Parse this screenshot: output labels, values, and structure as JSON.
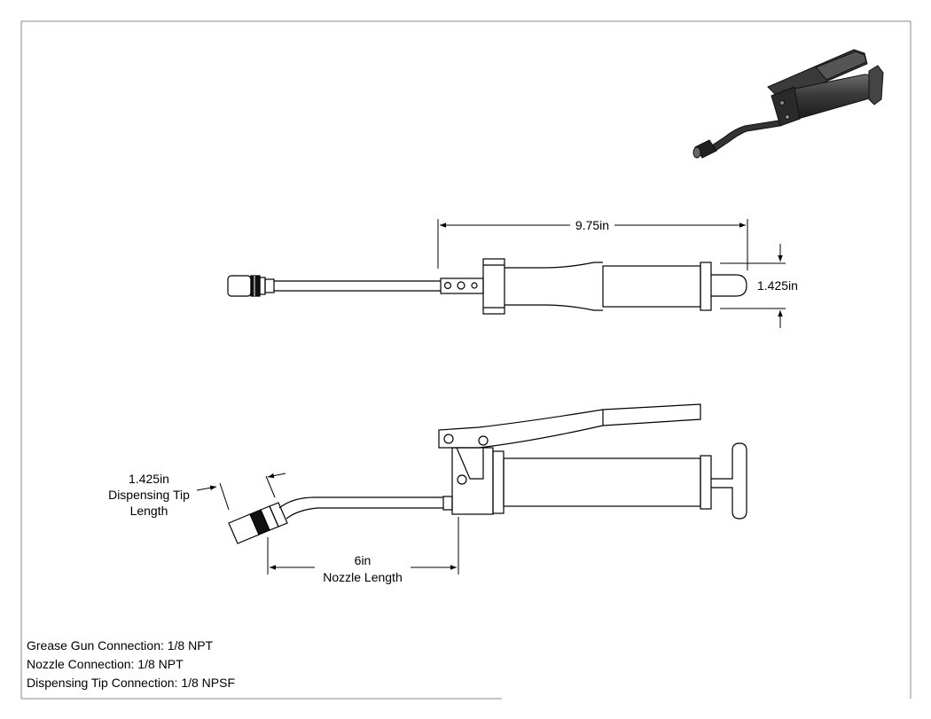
{
  "dimensions": {
    "overall_length": "9.75in",
    "barrel_diameter": "1.425in",
    "tip_length_value": "1.425in",
    "tip_length_label_1": "Dispensing Tip",
    "tip_length_label_2": "Length",
    "nozzle_length_value": "6in",
    "nozzle_length_label": "Nozzle Length"
  },
  "notes": [
    "Grease Gun Connection: 1/8 NPT",
    "Nozzle Connection: 1/8 NPT",
    "Dispensing Tip Connection: 1/8 NPSF"
  ]
}
